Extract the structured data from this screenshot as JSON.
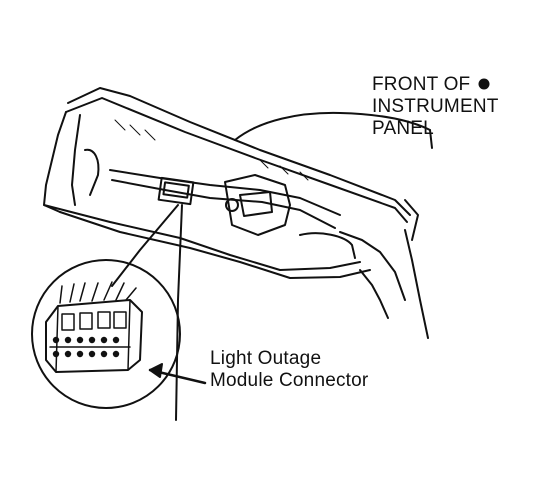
{
  "labels": {
    "front_of_instrument_panel": [
      "FRONT OF",
      "INSTRUMENT",
      "PANEL"
    ],
    "light_outage_module_connector": [
      "Light Outage",
      "Module Connector"
    ]
  },
  "colors": {
    "ink": "#111111",
    "paper": "#ffffff"
  },
  "icons": {
    "front_marker": "filled-circle-icon"
  }
}
